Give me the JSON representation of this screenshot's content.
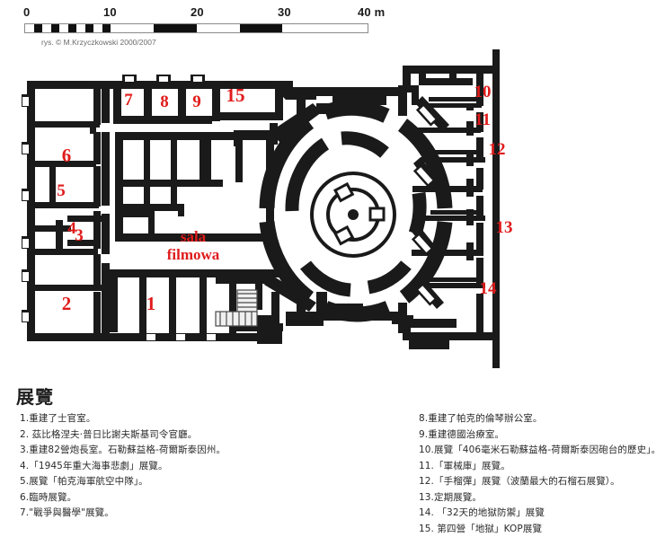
{
  "scale": {
    "ticks": [
      "0",
      "10",
      "20",
      "30",
      "40 m"
    ],
    "credit": "rys. © M.Krzyczkowski 2000/2007",
    "unit_label": "m",
    "max_meters": 40
  },
  "plan": {
    "hall_label": "sala\nfilmowa",
    "hall_label_line1": "sala",
    "hall_label_line2": "filmowa",
    "room_numbers": [
      "1",
      "2",
      "3",
      "4",
      "5",
      "6",
      "7",
      "8",
      "9",
      "10",
      "11",
      "12",
      "13",
      "14",
      "15"
    ],
    "wall_color": "#1a1a1a",
    "number_color": "#e01b1b",
    "background_color": "#ffffff"
  },
  "legend": {
    "title": "展覽",
    "left": [
      "1.重建了士官室。",
      "2. 茲比格涅夫·普日比謝夫斯基司令官廳。",
      "3.重建82營炮長室。石勒蘇益格-荷爾斯泰因州。",
      "4.「1945年重大海事悲劇」展覽。",
      "5.展覽「帕克海軍航空中隊」。",
      "6.臨時展覽。",
      "7.\"戰爭與醫學\"展覽。"
    ],
    "right": [
      "8.重建了帕克的倫琴辦公室。",
      "9.重建德國治療室。",
      "10.展覽「406毫米石勒蘇益格-荷爾斯泰因砲台的歷史」。",
      "11.「軍械庫」展覽。",
      "12.「手榴彈」展覽（波蘭最大的石榴石展覽）。",
      "13.定期展覽。",
      "14. 「32天的地獄防禦」展覽",
      "15. 第四營「地獄」KOP展覽"
    ]
  }
}
